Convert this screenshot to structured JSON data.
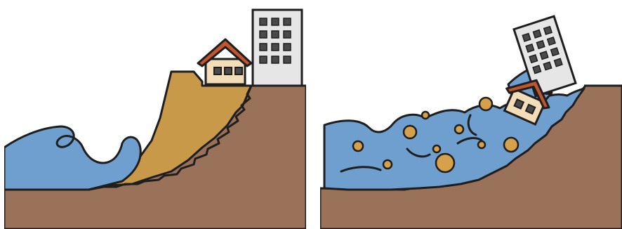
{
  "illustration": {
    "panels": [
      {
        "id": "before",
        "description_icons": [
          "sea-wave",
          "seawall-embankment",
          "house",
          "apartment-building",
          "ground"
        ]
      },
      {
        "id": "after",
        "description_icons": [
          "tsunami-flood",
          "debris",
          "tilting-house",
          "tilting-building",
          "ground"
        ]
      }
    ],
    "colors": {
      "ground": "#9a7159",
      "embankment": "#c9994a",
      "water": "#6f9fcf",
      "outline": "#1e1e1e",
      "debris": "#d6a14a",
      "house_wall": "#f3dcb8",
      "house_roof": "#c0552e",
      "building": "#e6e6e6",
      "window": "#4a4a4a",
      "background": "#ffffff"
    }
  }
}
